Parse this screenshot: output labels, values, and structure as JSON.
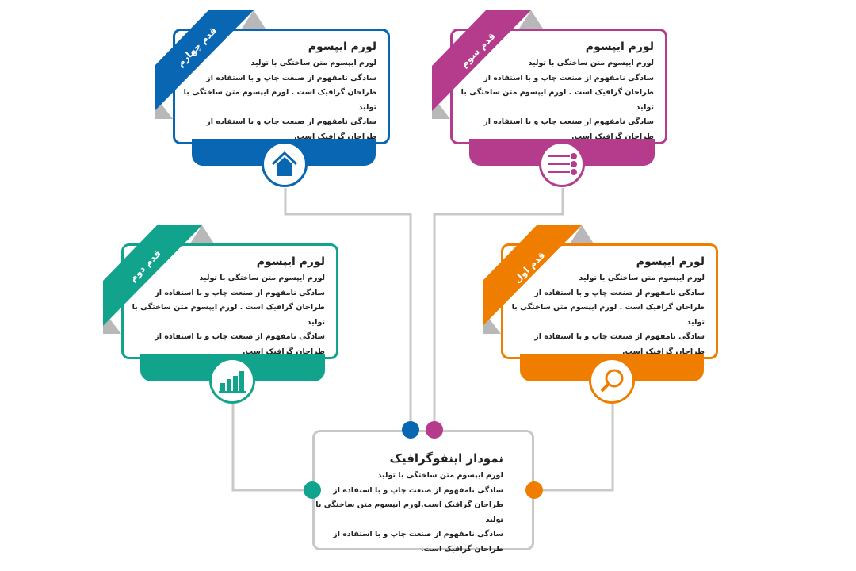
{
  "colors": {
    "blue": "#0866b3",
    "magenta": "#b53b8c",
    "teal": "#12a38c",
    "orange": "#ef7d00",
    "line": "#c8c8c8"
  },
  "steps": [
    {
      "ribbon": "قدم چهارم",
      "title": "لورم ایپسوم",
      "body": "لورم ایپسوم متن ساختگی با تولید\nسادگی نامفهوم از صنعت چاپ و با استفاده از\nطراحان گرافیک است . لورم ایپسوم متن ساختگی با تولید\nسادگی نامفهوم از صنعت چاپ و با استفاده از\nطراحان گرافیک است.",
      "icon": "home-icon"
    },
    {
      "ribbon": "قدم سوم",
      "title": "لورم ایپسوم",
      "body": "لورم ایپسوم متن ساختگی با تولید\nسادگی نامفهوم از صنعت چاپ و با استفاده از\nطراحان گرافیک است . لورم ایپسوم متن ساختگی با تولید\nسادگی نامفهوم از صنعت چاپ و با استفاده از\nطراحان گرافیک است.",
      "icon": "list-icon"
    },
    {
      "ribbon": "قدم دوم",
      "title": "لورم ایپسوم",
      "body": "لورم ایپسوم متن ساختگی با تولید\nسادگی نامفهوم از صنعت چاپ و با استفاده از\nطراحان گرافیک است . لورم ایپسوم متن ساختگی با تولید\nسادگی نامفهوم از صنعت چاپ و با استفاده از\nطراحان گرافیک است.",
      "icon": "bar-chart-icon"
    },
    {
      "ribbon": "قدم اول",
      "title": "لورم ایپسوم",
      "body": "لورم ایپسوم متن ساختگی با تولید\nسادگی نامفهوم از صنعت چاپ و با استفاده از\nطراحان گرافیک است . لورم ایپسوم متن ساختگی با تولید\nسادگی نامفهوم از صنعت چاپ و با استفاده از\nطراحان گرافیک است.",
      "icon": "search-icon"
    }
  ],
  "center": {
    "title": "نمودار اینفوگرافیک",
    "body": "لورم ایپسوم متن ساختگی با تولید\nسادگی نامفهوم از صنعت چاپ و با استفاده از\nطراحان گرافیک است.لورم ایپسوم متن ساختگی با تولید\nسادگی نامفهوم از صنعت چاپ و با استفاده از\nطراحان گرافیک است."
  }
}
